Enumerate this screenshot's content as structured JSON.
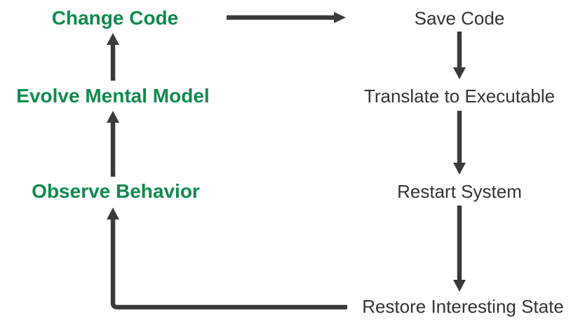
{
  "nodes": {
    "change_code": "Change Code",
    "evolve_mental_model": "Evolve Mental Model",
    "observe_behavior": "Observe Behavior",
    "save_code": "Save Code",
    "translate_to_executable": "Translate to Executable",
    "restart_system": "Restart System",
    "restore_interesting_state": "Restore Interesting State"
  },
  "arrows": [
    {
      "from": "Change Code",
      "to": "Save Code",
      "direction": "right"
    },
    {
      "from": "Save Code",
      "to": "Translate to Executable",
      "direction": "down"
    },
    {
      "from": "Translate to Executable",
      "to": "Restart System",
      "direction": "down"
    },
    {
      "from": "Restart System",
      "to": "Restore Interesting State",
      "direction": "down"
    },
    {
      "from": "Restore Interesting State",
      "to": "Observe Behavior",
      "direction": "left-then-up"
    },
    {
      "from": "Observe Behavior",
      "to": "Evolve Mental Model",
      "direction": "up"
    },
    {
      "from": "Evolve Mental Model",
      "to": "Change Code",
      "direction": "up"
    }
  ],
  "colors": {
    "left_column_text": "#0e8a4d",
    "right_column_text": "#333333",
    "arrow": "#3a3a3a",
    "background": "#ffffff"
  }
}
